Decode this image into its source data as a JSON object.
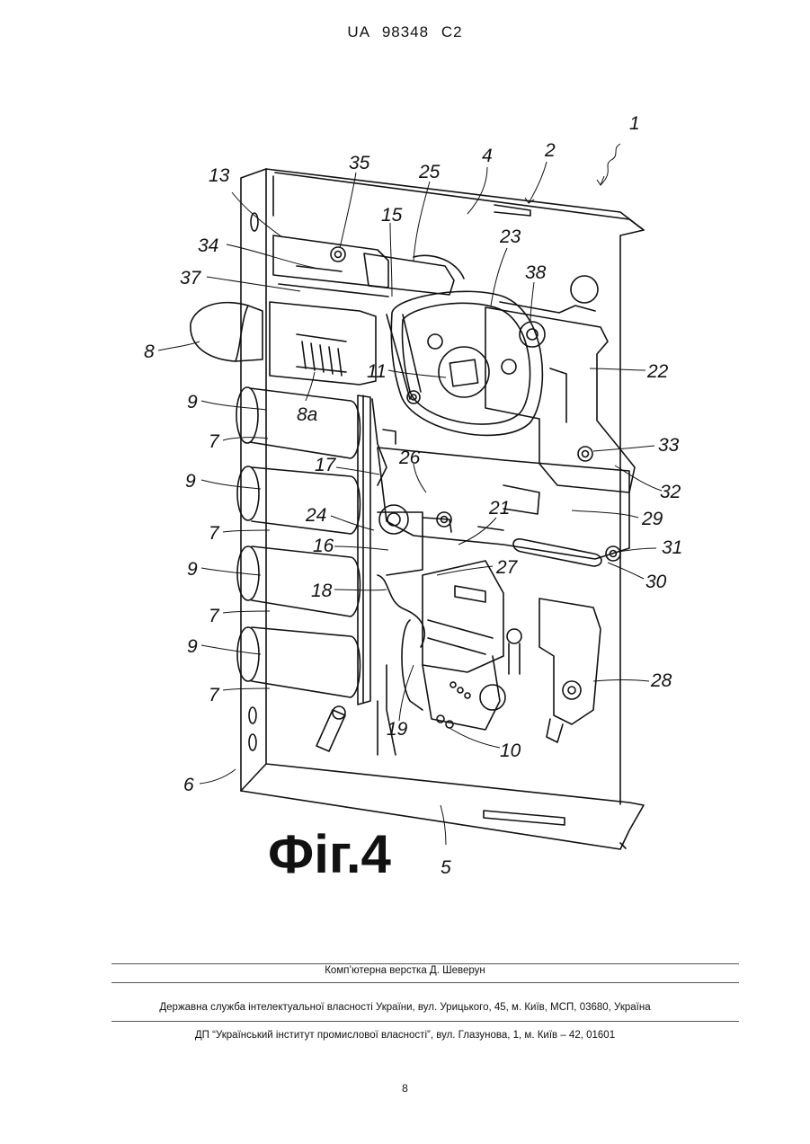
{
  "header": {
    "patent_number": "UA   98348   C2"
  },
  "figure": {
    "caption": "Фіг.4",
    "labels": {
      "l1": "1",
      "l2": "2",
      "l4": "4",
      "l35": "35",
      "l25": "25",
      "l13": "13",
      "l15": "15",
      "l23": "23",
      "l38": "38",
      "l34": "34",
      "l37": "37",
      "l8": "8",
      "l11": "11",
      "l22": "22",
      "l9a": "9",
      "l8a": "8a",
      "l7a": "7",
      "l33": "33",
      "l26": "26",
      "l17": "17",
      "l9b": "9",
      "l32": "32",
      "l21": "21",
      "l24": "24",
      "l29": "29",
      "l7b": "7",
      "l16": "16",
      "l31": "31",
      "l27": "27",
      "l9c": "9",
      "l30": "30",
      "l18": "18",
      "l7c": "7",
      "l9d": "9",
      "l28": "28",
      "l7d": "7",
      "l19": "19",
      "l10": "10",
      "l6": "6",
      "l5": "5"
    }
  },
  "footer": {
    "line1": "Комп’ютерна верстка Д. Шеверун",
    "line2": "Державна служба інтелектуальної власності України, вул. Урицького, 45, м. Київ, МСП, 03680, Україна",
    "line3": "ДП “Український інститут промислової власності”, вул. Глазунова, 1, м. Київ – 42, 01601"
  },
  "page_number": "8"
}
